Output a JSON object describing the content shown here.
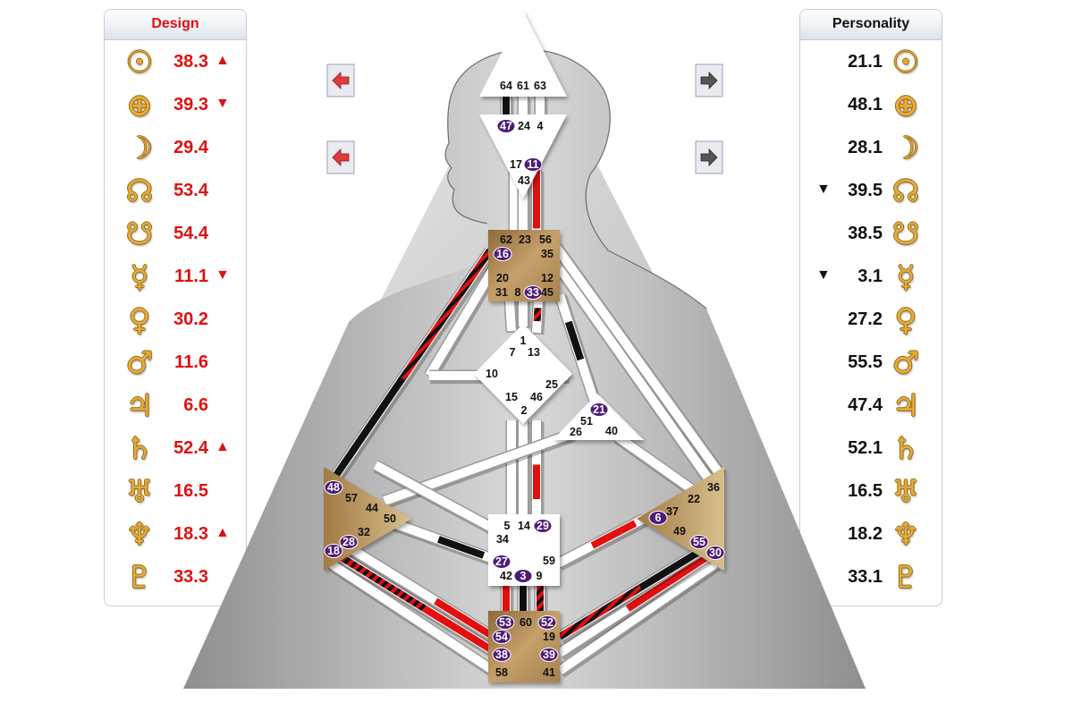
{
  "design": {
    "title": "Design",
    "rows": [
      {
        "icon": "sun-icon",
        "glyph": "☉",
        "value": "38.3",
        "mark": "▲"
      },
      {
        "icon": "earth-icon",
        "glyph": "⊕",
        "value": "39.3",
        "mark": "▼"
      },
      {
        "icon": "moon-icon",
        "glyph": "☽",
        "value": "29.4",
        "mark": ""
      },
      {
        "icon": "north-node-icon",
        "glyph": "☊",
        "value": "53.4",
        "mark": ""
      },
      {
        "icon": "south-node-icon",
        "glyph": "☋",
        "value": "54.4",
        "mark": ""
      },
      {
        "icon": "mercury-icon",
        "glyph": "☿",
        "value": "11.1",
        "mark": "▼"
      },
      {
        "icon": "venus-icon",
        "glyph": "♀",
        "value": "30.2",
        "mark": ""
      },
      {
        "icon": "mars-icon",
        "glyph": "♂",
        "value": "11.6",
        "mark": ""
      },
      {
        "icon": "jupiter-icon",
        "glyph": "♃",
        "value": "6.6",
        "mark": ""
      },
      {
        "icon": "saturn-icon",
        "glyph": "♄",
        "value": "52.4",
        "mark": "▲"
      },
      {
        "icon": "uranus-icon",
        "glyph": "♅",
        "value": "16.5",
        "mark": ""
      },
      {
        "icon": "neptune-icon",
        "glyph": "♆",
        "value": "18.3",
        "mark": "▲"
      },
      {
        "icon": "pluto-icon",
        "glyph": "♇",
        "value": "33.3",
        "mark": ""
      }
    ]
  },
  "personality": {
    "title": "Personality",
    "rows": [
      {
        "icon": "sun-icon",
        "glyph": "☉",
        "value": "21.1",
        "mark": ""
      },
      {
        "icon": "earth-icon",
        "glyph": "⊕",
        "value": "48.1",
        "mark": ""
      },
      {
        "icon": "moon-icon",
        "glyph": "☽",
        "value": "28.1",
        "mark": ""
      },
      {
        "icon": "north-node-icon",
        "glyph": "☊",
        "value": "39.5",
        "mark": "▼"
      },
      {
        "icon": "south-node-icon",
        "glyph": "☋",
        "value": "38.5",
        "mark": ""
      },
      {
        "icon": "mercury-icon",
        "glyph": "☿",
        "value": "3.1",
        "mark": "▼"
      },
      {
        "icon": "venus-icon",
        "glyph": "♀",
        "value": "27.2",
        "mark": ""
      },
      {
        "icon": "mars-icon",
        "glyph": "♂",
        "value": "55.5",
        "mark": ""
      },
      {
        "icon": "jupiter-icon",
        "glyph": "♃",
        "value": "47.4",
        "mark": ""
      },
      {
        "icon": "saturn-icon",
        "glyph": "♄",
        "value": "52.1",
        "mark": ""
      },
      {
        "icon": "uranus-icon",
        "glyph": "♅",
        "value": "16.5",
        "mark": ""
      },
      {
        "icon": "neptune-icon",
        "glyph": "♆",
        "value": "18.2",
        "mark": ""
      },
      {
        "icon": "pluto-icon",
        "glyph": "♇",
        "value": "33.1",
        "mark": ""
      }
    ]
  },
  "colors": {
    "design": "#e01010",
    "personality": "#111111",
    "gold_glyph": "#e3ac3d",
    "defined_center": "#b08a55",
    "active_gate": "#4e1a7a"
  },
  "controls": [
    {
      "name": "design-prev-1-button",
      "icon": "arrow-left-icon",
      "color": "#e03a3a"
    },
    {
      "name": "design-prev-2-button",
      "icon": "arrow-left-icon",
      "color": "#e03a3a"
    },
    {
      "name": "personality-next-1-button",
      "icon": "arrow-right-icon",
      "color": "#555555"
    },
    {
      "name": "personality-next-2-button",
      "icon": "arrow-right-icon",
      "color": "#555555"
    }
  ],
  "gates": {
    "head": [
      "64",
      "61",
      "63"
    ],
    "ajna": [
      "47",
      "24",
      "4",
      "17",
      "11",
      "43"
    ],
    "throat": [
      "62",
      "23",
      "56",
      "16",
      "35",
      "20",
      "12",
      "31",
      "8",
      "33",
      "45"
    ],
    "g": [
      "1",
      "7",
      "13",
      "10",
      "25",
      "15",
      "46",
      "2"
    ],
    "heart": [
      "21",
      "51",
      "26",
      "40"
    ],
    "spleen": [
      "48",
      "57",
      "44",
      "50",
      "32",
      "28",
      "18"
    ],
    "solar_plexus": [
      "36",
      "22",
      "6",
      "37",
      "49",
      "55",
      "30"
    ],
    "sacral": [
      "5",
      "14",
      "29",
      "34",
      "27",
      "59",
      "42",
      "3",
      "9"
    ],
    "root": [
      "53",
      "60",
      "52",
      "54",
      "19",
      "38",
      "39",
      "58",
      "41"
    ]
  },
  "active_gates": [
    "47",
    "11",
    "16",
    "33",
    "21",
    "48",
    "28",
    "18",
    "6",
    "55",
    "30",
    "29",
    "27",
    "3",
    "53",
    "52",
    "54",
    "38",
    "39"
  ]
}
